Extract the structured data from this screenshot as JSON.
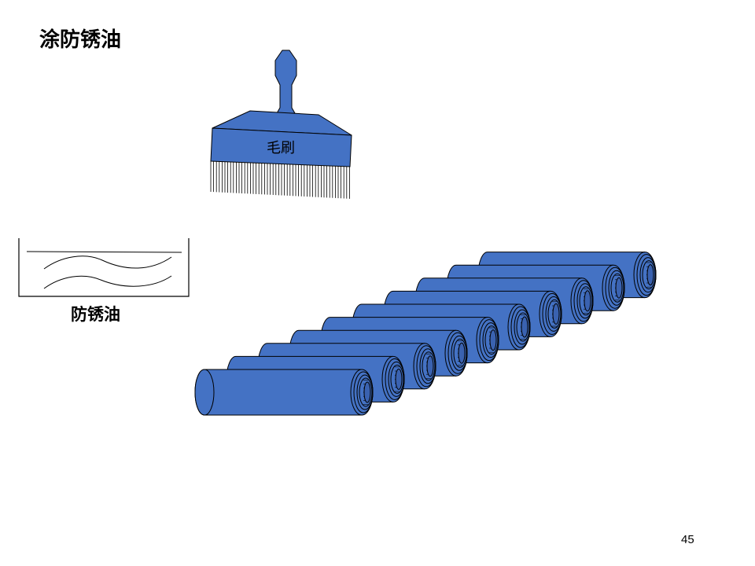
{
  "title": "涂防锈油",
  "brush": {
    "label": "毛刷",
    "color": "#4472c4"
  },
  "oil_container": {
    "label": "防锈油"
  },
  "rollers": {
    "count": 10,
    "color": "#4472c4"
  },
  "page_number": "45"
}
